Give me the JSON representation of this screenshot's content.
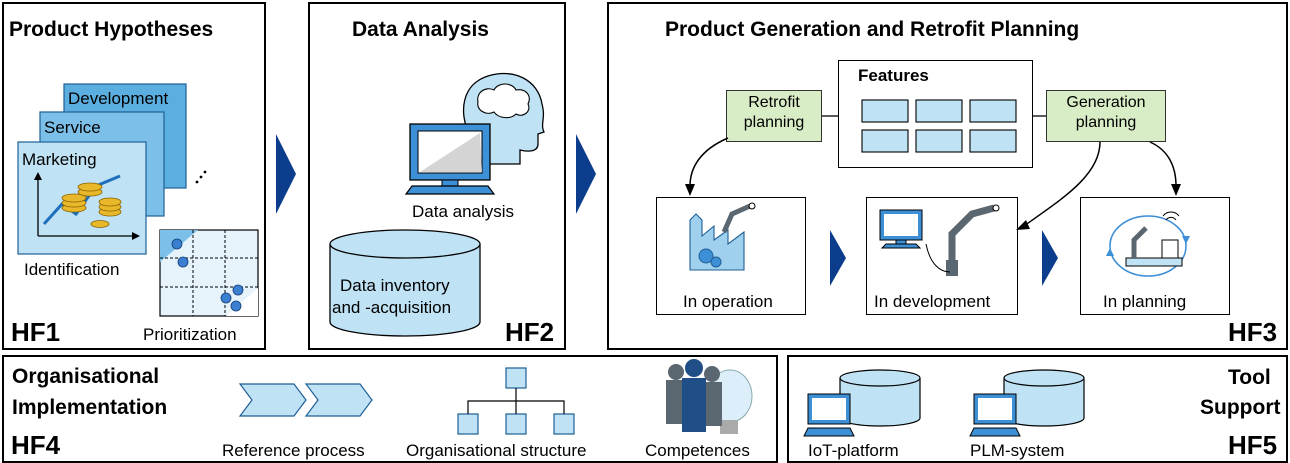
{
  "hf1": {
    "title": "Product Hypotheses",
    "cards": [
      "Development",
      "Service",
      "Marketing"
    ],
    "identification": "Identification",
    "prioritization": "Prioritization",
    "code": "HF1"
  },
  "hf2": {
    "title": "Data Analysis",
    "data_analysis": "Data analysis",
    "inventory_line1": "Data inventory",
    "inventory_line2": "and -acquisition",
    "code": "HF2"
  },
  "hf3": {
    "title": "Product Generation and Retrofit Planning",
    "features": "Features",
    "retrofit_line1": "Retrofit",
    "retrofit_line2": "planning",
    "generation_line1": "Generation",
    "generation_line2": "planning",
    "stages": [
      "In operation",
      "In development",
      "In planning"
    ],
    "code": "HF3"
  },
  "hf4": {
    "title_line1": "Organisational",
    "title_line2": "Implementation",
    "items": [
      "Reference process",
      "Organisational structure",
      "Competences"
    ],
    "code": "HF4"
  },
  "hf5": {
    "title_line1": "Tool",
    "title_line2": "Support",
    "items": [
      "IoT-platform",
      "PLM-system"
    ],
    "code": "HF5"
  },
  "colors": {
    "chevron": "#0b3d8c",
    "card": "#5aaee0",
    "light_blue": "#bfe2f4",
    "green_box": "#d8ecc6"
  }
}
